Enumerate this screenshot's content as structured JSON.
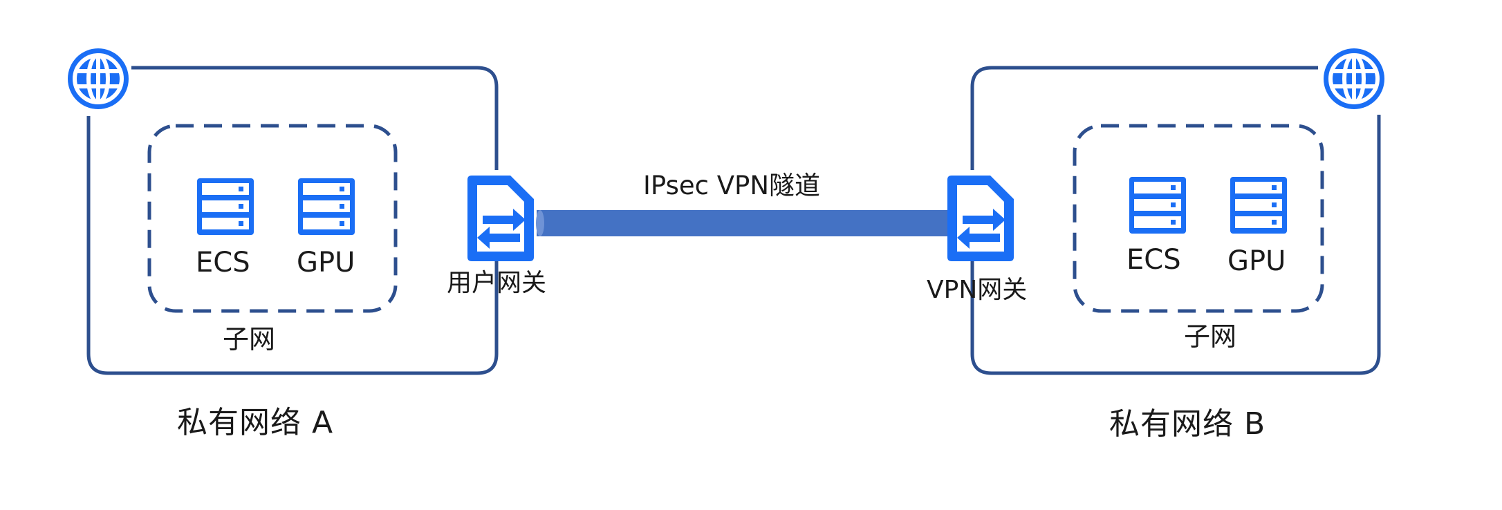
{
  "vpcs": [
    {
      "name": "私有网络 A",
      "subnet": "子网",
      "servers": [
        "ECS",
        "GPU"
      ]
    },
    {
      "name": "私有网络 B",
      "subnet": "子网",
      "servers": [
        "ECS",
        "GPU"
      ]
    }
  ],
  "gateways": {
    "left": "用户网关",
    "right": "VPN网关"
  },
  "tunnel": {
    "label": "IPsec VPN隧道"
  },
  "colors": {
    "border": "#2d4f8e",
    "icon": "#1a6ef5",
    "tunnel": "#4472c4"
  },
  "icons": {
    "vpc": "globe-icon",
    "server": "server-icon",
    "gateway": "gateway-icon"
  }
}
